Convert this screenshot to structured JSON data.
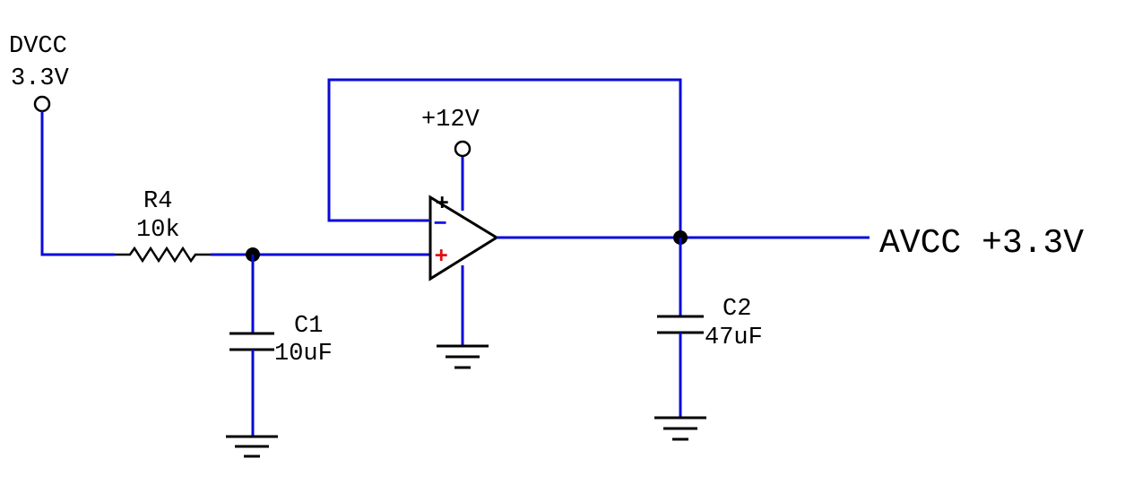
{
  "diagram": {
    "supply_in": {
      "name": "DVCC",
      "voltage": "3.3V"
    },
    "resistor": {
      "ref": "R4",
      "value": "10k"
    },
    "cap_in": {
      "ref": "C1",
      "value": "10uF"
    },
    "opamp": {
      "supply_label": "+12V",
      "pin_top_mark": "+",
      "inv_sign": "−",
      "noninv_sign": "+"
    },
    "cap_out": {
      "ref": "C2",
      "value": "47uF"
    },
    "output_label": "AVCC +3.3V",
    "colors": {
      "wire": "#0a0ad8",
      "component": "#000000",
      "minus_sign": "#1515e0",
      "plus_sign": "#e01010"
    }
  }
}
